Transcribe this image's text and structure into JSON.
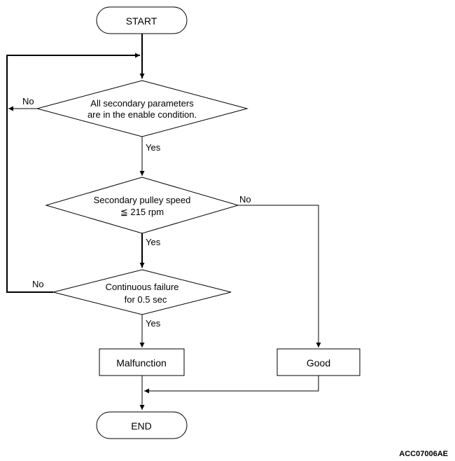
{
  "flowchart": {
    "start": "START",
    "end": "END",
    "decisions": [
      {
        "line1": "All secondary parameters",
        "line2": "are in the enable condition."
      },
      {
        "line1": "Secondary pulley speed",
        "line2": "≦ 215 rpm"
      },
      {
        "line1": "Continuous failure",
        "line2": "for 0.5 sec"
      }
    ],
    "boxes": {
      "malfunction": "Malfunction",
      "good": "Good"
    },
    "branches": {
      "yes": "Yes",
      "no": "No"
    },
    "figure_code": "ACC07006AE"
  }
}
